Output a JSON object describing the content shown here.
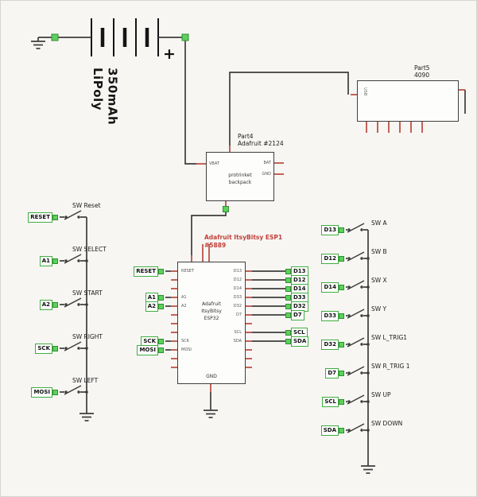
{
  "colors": {
    "wire": "#3c3c3c",
    "pin_red": "#b8483c",
    "pad_green": "#5ecf5e",
    "label_green_border": "#3fae3f",
    "mcu_title_red": "#c2403a",
    "background": "#f7f6f3"
  },
  "battery": {
    "label_line1": "LiPoly",
    "label_line2": "350mAh",
    "plus_sign": "+"
  },
  "part4": {
    "designator": "Part4",
    "part_number": "Adafruit #2124",
    "inner_line1": "protrinket",
    "inner_line2": "backpack",
    "pin_vbat": "VBAT",
    "pin_bat": "BAT",
    "pin_gnd": "GND"
  },
  "part5": {
    "designator": "Part5",
    "part_number": "4090",
    "inner_label": "USB"
  },
  "mcu": {
    "title_line1": "Adafruit ItsyBitsy ESP1",
    "title_line2": "#5889",
    "inner_line1": "Adafruit",
    "inner_line2": "ItsyBitsy",
    "inner_line3": "ESP32",
    "gnd_pin": "GND",
    "left_pins": {
      "reset": "RESET",
      "a1": "A1",
      "a2": "A2",
      "sck": "SCK",
      "mosi": "MOSI"
    },
    "right_pins": {
      "d13": "D13",
      "d12": "D12",
      "d14": "D14",
      "d33": "D33",
      "d32": "D32",
      "d7": "D7",
      "scl": "SCL",
      "sda": "SDA"
    }
  },
  "left_switches": [
    {
      "pin": "RESET",
      "name": "SW Reset"
    },
    {
      "pin": "A1",
      "name": "SW SELECT"
    },
    {
      "pin": "A2",
      "name": "SW START"
    },
    {
      "pin": "SCK",
      "name": "SW RIGHT"
    },
    {
      "pin": "MOSI",
      "name": "SW LEFT"
    }
  ],
  "right_switches": [
    {
      "pin": "D13",
      "name": "SW A"
    },
    {
      "pin": "D12",
      "name": "SW B"
    },
    {
      "pin": "D14",
      "name": "SW X"
    },
    {
      "pin": "D33",
      "name": "SW Y"
    },
    {
      "pin": "D32",
      "name": "SW L_TRIG1"
    },
    {
      "pin": "D7",
      "name": "SW R_TRIG 1"
    },
    {
      "pin": "SCL",
      "name": "SW UP"
    },
    {
      "pin": "SDA",
      "name": "SW DOWN"
    }
  ]
}
